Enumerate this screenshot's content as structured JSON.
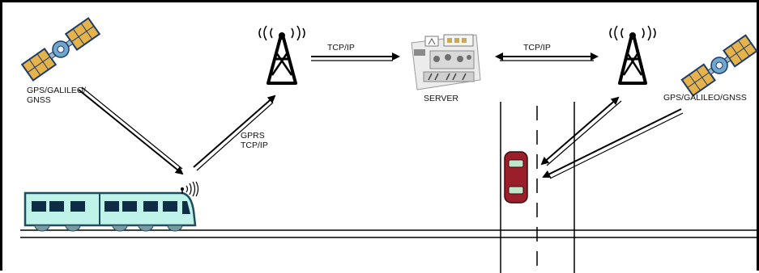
{
  "labels": {
    "gnss_left": "GPS/GALILEO/\nGNSS",
    "gnss_right": "GPS/GALILEO/GNSS",
    "link_train_tower": "GPRS\nTCP/IP",
    "link_tower_server": "TCP/IP",
    "link_server_tower": "TCP/IP",
    "server": "SERVER"
  },
  "icons": {
    "satellite_left": "satellite-icon",
    "satellite_right": "satellite-icon",
    "tower_left": "radio-tower-icon",
    "tower_right": "radio-tower-icon",
    "server": "server-icon",
    "train": "train-icon",
    "car": "car-icon"
  },
  "colors": {
    "line": "#000000",
    "train_body": "#bff2e8",
    "train_outline": "#1f4d60",
    "train_windows": "#0d2e46",
    "train_wheels": "#7a9aa2",
    "car_body": "#9b1f2b",
    "car_glass": "#bfe6c8",
    "satellite_panel": "#e6b24b",
    "satellite_body": "#6fa7cf"
  }
}
